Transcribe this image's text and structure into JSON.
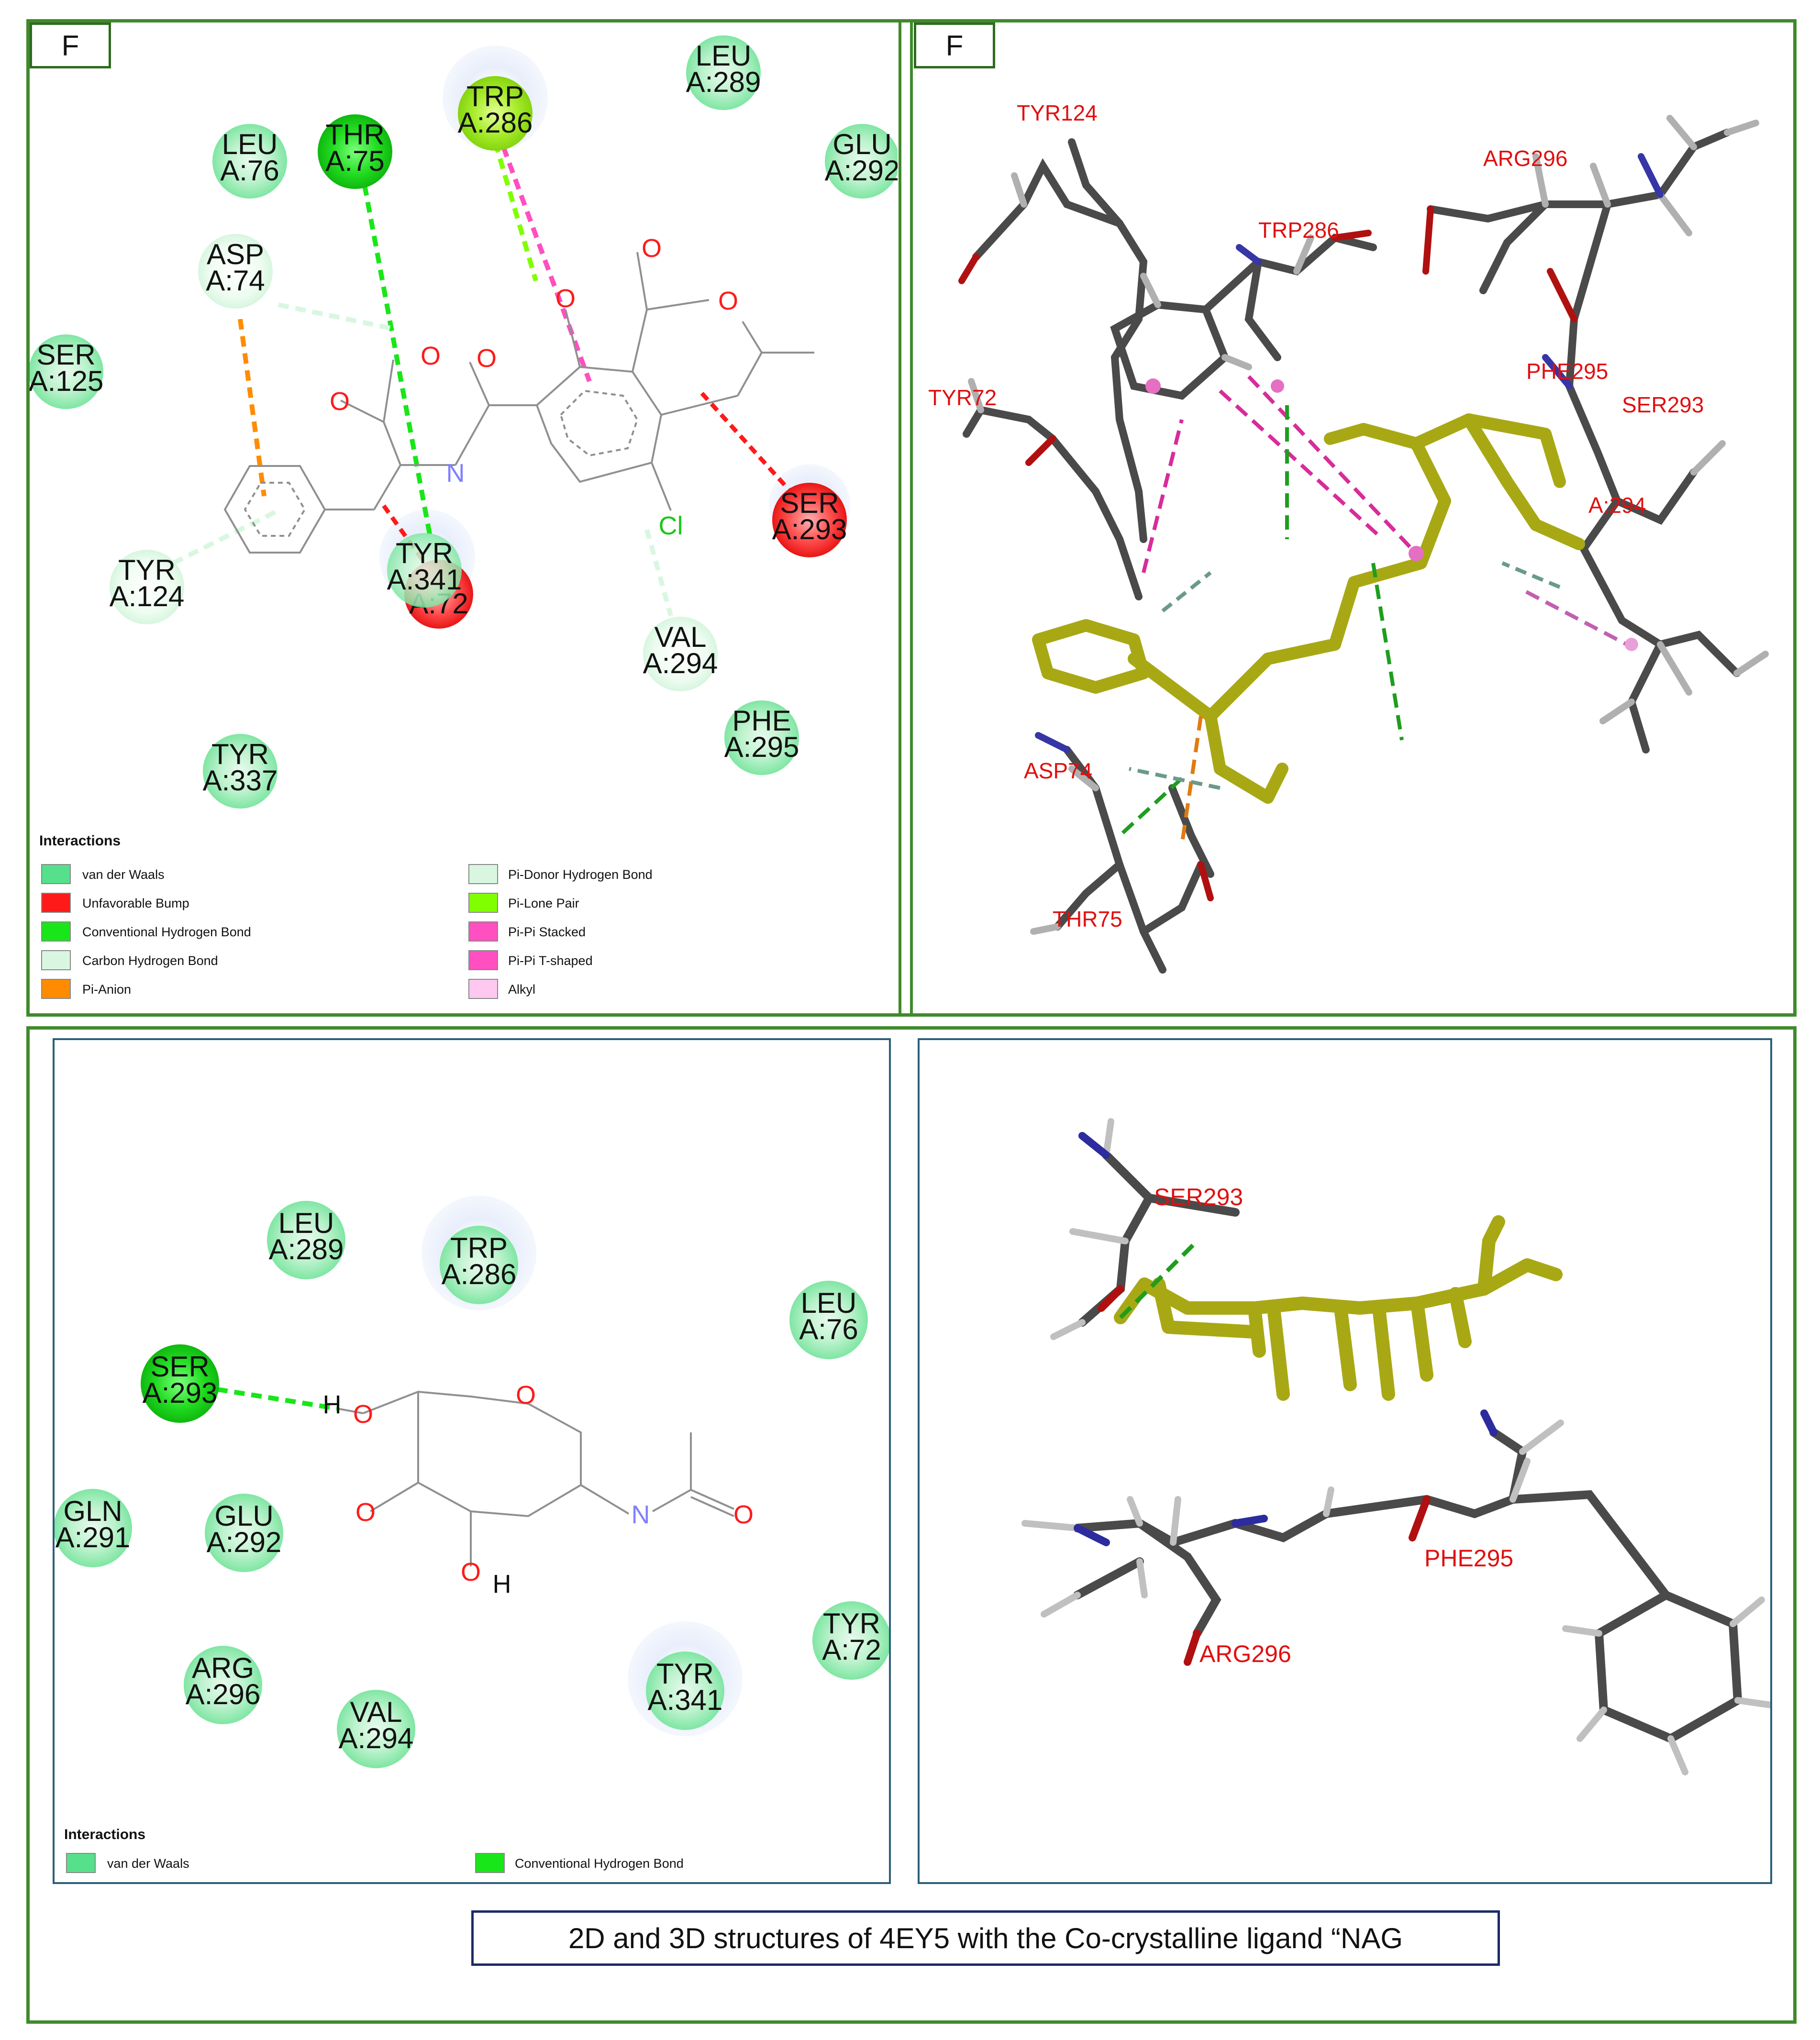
{
  "top_left": {
    "label": "F",
    "residues": [
      {
        "id": "leu289",
        "name": "LEU",
        "num": "A:289",
        "type": "vdw"
      },
      {
        "id": "glu292",
        "name": "GLU",
        "num": "A:292",
        "type": "vdw"
      },
      {
        "id": "leu76",
        "name": "LEU",
        "num": "A:76",
        "type": "vdw"
      },
      {
        "id": "thr75",
        "name": "THR",
        "num": "A:75",
        "type": "hbond"
      },
      {
        "id": "trp286",
        "name": "TRP",
        "num": "A:286",
        "type": "pilone"
      },
      {
        "id": "asp74",
        "name": "ASP",
        "num": "A:74",
        "type": "carbon"
      },
      {
        "id": "ser125",
        "name": "SER",
        "num": "A:125",
        "type": "vdw"
      },
      {
        "id": "ser293",
        "name": "SER",
        "num": "A:293",
        "type": "bump"
      },
      {
        "id": "tyr124",
        "name": "TYR",
        "num": "A:124",
        "type": "carbon"
      },
      {
        "id": "tyr341",
        "name": "TYR",
        "num": "A:341",
        "type": "vdw"
      },
      {
        "id": "tyr72",
        "name": "TYR",
        "num": "A:72",
        "type": "bump"
      },
      {
        "id": "val294",
        "name": "VAL",
        "num": "A:294",
        "type": "carbon"
      },
      {
        "id": "phe295",
        "name": "PHE",
        "num": "A:295",
        "type": "vdw"
      },
      {
        "id": "tyr337",
        "name": "TYR",
        "num": "A:337",
        "type": "vdw"
      }
    ],
    "atoms": {
      "o1": "O",
      "o2": "O",
      "o3": "O",
      "o4": "O",
      "o5": "O",
      "o6": "O",
      "n": "N",
      "cl": "Cl"
    },
    "legend_title": "Interactions",
    "legend": [
      {
        "label": "van der Waals",
        "color": "#56e08c"
      },
      {
        "label": "Unfavorable Bump",
        "color": "#ff1a1a"
      },
      {
        "label": "Conventional Hydrogen Bond",
        "color": "#19e619"
      },
      {
        "label": "Carbon Hydrogen Bond",
        "color": "#d9f7e0"
      },
      {
        "label": "Pi-Anion",
        "color": "#ff8c00"
      },
      {
        "label": "Pi-Donor Hydrogen Bond",
        "color": "#d9f7e0"
      },
      {
        "label": "Pi-Lone Pair",
        "color": "#80ff00"
      },
      {
        "label": "Pi-Pi Stacked",
        "color": "#ff4fc0"
      },
      {
        "label": "Pi-Pi T-shaped",
        "color": "#ff4fc0"
      },
      {
        "label": "Alkyl",
        "color": "#ffc8f0"
      }
    ]
  },
  "top_right": {
    "label": "F",
    "residue_labels": [
      "TYR124",
      "TRP286",
      "ARG296",
      "TYR72",
      "PHE295",
      "SER293",
      "A:294",
      "ASP74",
      "THR75"
    ]
  },
  "bottom_left": {
    "residues": [
      {
        "id": "leu289",
        "name": "LEU",
        "num": "A:289",
        "type": "vdw"
      },
      {
        "id": "trp286",
        "name": "TRP",
        "num": "A:286",
        "type": "vdw"
      },
      {
        "id": "leu76",
        "name": "LEU",
        "num": "A:76",
        "type": "vdw"
      },
      {
        "id": "ser293",
        "name": "SER",
        "num": "A:293",
        "type": "hbond"
      },
      {
        "id": "gln291",
        "name": "GLN",
        "num": "A:291",
        "type": "vdw"
      },
      {
        "id": "glu292",
        "name": "GLU",
        "num": "A:292",
        "type": "vdw"
      },
      {
        "id": "tyr72",
        "name": "TYR",
        "num": "A:72",
        "type": "vdw"
      },
      {
        "id": "arg296",
        "name": "ARG",
        "num": "A:296",
        "type": "vdw"
      },
      {
        "id": "val294",
        "name": "VAL",
        "num": "A:294",
        "type": "vdw"
      },
      {
        "id": "tyr341",
        "name": "TYR",
        "num": "A:341",
        "type": "vdw"
      }
    ],
    "atoms": {
      "h1": "H",
      "o1": "O",
      "o2": "O",
      "o3": "O",
      "h2": "H",
      "n": "N",
      "o4": "O",
      "o5": "O"
    },
    "legend_title": "Interactions",
    "legend": [
      {
        "label": "van der Waals",
        "color": "#56e08c"
      },
      {
        "label": "Conventional Hydrogen Bond",
        "color": "#19e619"
      }
    ]
  },
  "bottom_right": {
    "residue_labels": [
      "SER293",
      "PHE295",
      "ARG296"
    ]
  },
  "caption": "2D and 3D structures of 4EY5 with the Co-crystalline ligand “NAG"
}
